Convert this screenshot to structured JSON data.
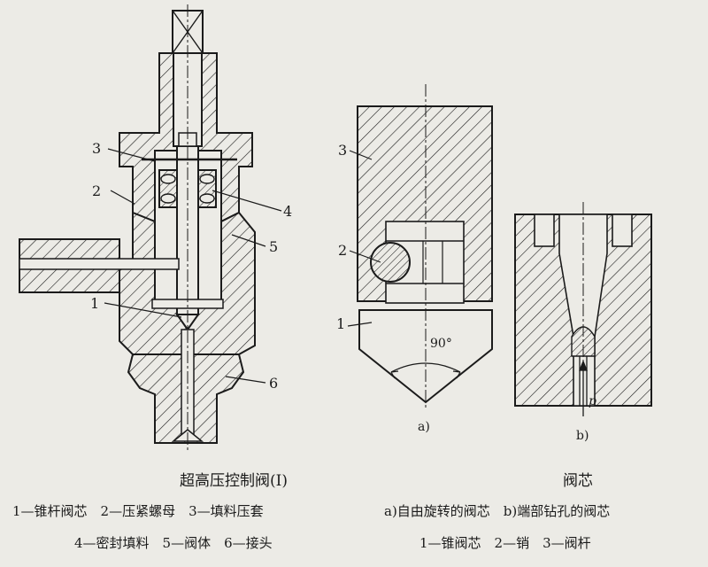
{
  "left_figure": {
    "labels": [
      "1",
      "2",
      "3",
      "4",
      "5",
      "6"
    ],
    "caption": "超高压控制阀(Ⅰ)",
    "legend_line1": "1—锥杆阀芯　2—压紧螺母　3—填料压套",
    "legend_line2": "4—密封填料　5—阀体　6—接头"
  },
  "right_figure": {
    "labels": [
      "1",
      "2",
      "3"
    ],
    "angle_label": "90°",
    "sub_a": "a)",
    "sub_b": "b)",
    "pressure_label": "p",
    "caption": "阀芯",
    "legend_line1": "a)自由旋转的阀芯　b)端部钻孔的阀芯",
    "legend_line2": "1—锥阀芯　2—销　3—阀杆"
  },
  "colors": {
    "ink": "#1b1b1b",
    "paper": "#ecebe6"
  }
}
